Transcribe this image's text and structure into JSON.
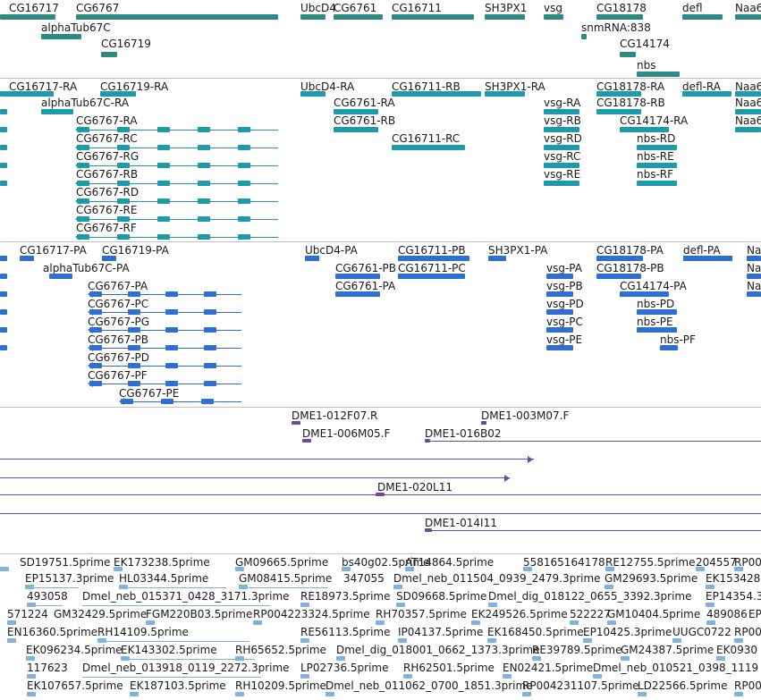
{
  "colors": {
    "gene": "#2e8b82",
    "transcript_cds": "#1f9aa9",
    "protein": "#2f6fd0",
    "clone": "#6a4aa0",
    "est": "#7fb2e0",
    "divider": "#c0c0c0",
    "text": "#1a1a1a"
  },
  "tracks": {
    "genes": {
      "labels": [
        "CG16717",
        "CG6767",
        "UbcD4",
        "CG6761",
        "CG16711",
        "SH3PX1",
        "vsg",
        "CG18178",
        "defl",
        "Naa6",
        "alphaTub67C",
        "CG16719",
        "snmRNA:838",
        "CG14174",
        "nbs"
      ]
    },
    "transcripts": {
      "labels": [
        "CG16717-RA",
        "CG16719-RA",
        "UbcD4-RA",
        "CG16711-RB",
        "SH3PX1-RA",
        "CG18178-RA",
        "defl-RA",
        "Naa6",
        "alphaTub67C-RA",
        "CG6761-RA",
        "vsg-RA",
        "CG18178-RB",
        "Naa6",
        "CG6767-RA",
        "CG6761-RB",
        "vsg-RB",
        "CG14174-RA",
        "Naa6",
        "CG6767-RC",
        "CG16711-RC",
        "vsg-RD",
        "nbs-RD",
        "CG6767-RG",
        "vsg-RC",
        "nbs-RE",
        "CG6767-RB",
        "vsg-RE",
        "nbs-RF",
        "CG6767-RD",
        "CG6767-RE",
        "CG6767-RF"
      ]
    },
    "proteins": {
      "labels": [
        "CG16717-PA",
        "CG16719-PA",
        "UbcD4-PA",
        "CG16711-PB",
        "SH3PX1-PA",
        "CG18178-PA",
        "defl-PA",
        "Naa",
        "alphaTub67C-PA",
        "CG6761-PB",
        "CG16711-PC",
        "vsg-PA",
        "CG18178-PB",
        "Naa",
        "CG6767-PA",
        "CG6761-PA",
        "vsg-PB",
        "CG14174-PA",
        "Naa",
        "CG6767-PC",
        "vsg-PD",
        "nbs-PD",
        "CG6767-PG",
        "vsg-PC",
        "nbs-PE",
        "CG6767-PB",
        "vsg-PE",
        "nbs-PF",
        "CG6767-PD",
        "CG6767-PF",
        "CG6767-PE"
      ]
    },
    "clones": {
      "labels": [
        "DME1-012F07.R",
        "DME1-003M07.F",
        "DME1-006M05.F",
        "DME1-016B02",
        "DME1-020L11",
        "DME1-014I11"
      ]
    },
    "ests": {
      "labels": [
        "SD19751.5prime",
        "EK173238.5prime",
        "GM09665.5prime",
        "bs40g02.5prime",
        "AT14864.5prime",
        "558165164178",
        "RE12755.5prime",
        "204557",
        "RP00",
        "EP15137.3prime",
        "HL03344.5prime",
        "GM08415.5prime",
        "347055",
        "Dmel_neb_011504_0939_2479.3prime",
        "GM29693.5prime",
        "EK153428.5",
        "493058",
        "Dmel_neb_015371_0428_3171.3prime",
        "RE18973.5prime",
        "SD09668.5prime",
        "Dmel_dig_018122_0655_3392.3prime",
        "EP14354.3",
        "571224",
        "GM32429.5prime",
        "FGM220B03.5prime",
        "RP004223324.5prime",
        "RH70357.5prime",
        "EK249526.5prime",
        "522227",
        "GM10404.5prime",
        "489086",
        "EP0",
        "EN16360.5prime",
        "RH14109.5prime",
        "RE56113.5prime",
        "IP04137.5prime",
        "EK168450.5prime",
        "EP10425.3prime",
        "UUGC0722",
        "RP00",
        "EK096234.5prime",
        "EK143302.5prime",
        "RH65652.5prime",
        "Dmel_dig_018001_0662_1373.3prime",
        "RE39789.5prime",
        "GM24387.5prime",
        "EK0930",
        "117623",
        "Dmel_neb_013918_0119_2272.3prime",
        "LP02736.5prime",
        "RH62501.5prime",
        "EN02421.5prime",
        "Dmel_neb_010521_0398_1119",
        "EK107657.5prime",
        "EK187103.5prime",
        "RH10209.5prime",
        "Dmel_neb_011062_0700_1851.3prime",
        "RP004231107.5prime",
        "LD22566.5prime",
        "RP00"
      ]
    }
  }
}
